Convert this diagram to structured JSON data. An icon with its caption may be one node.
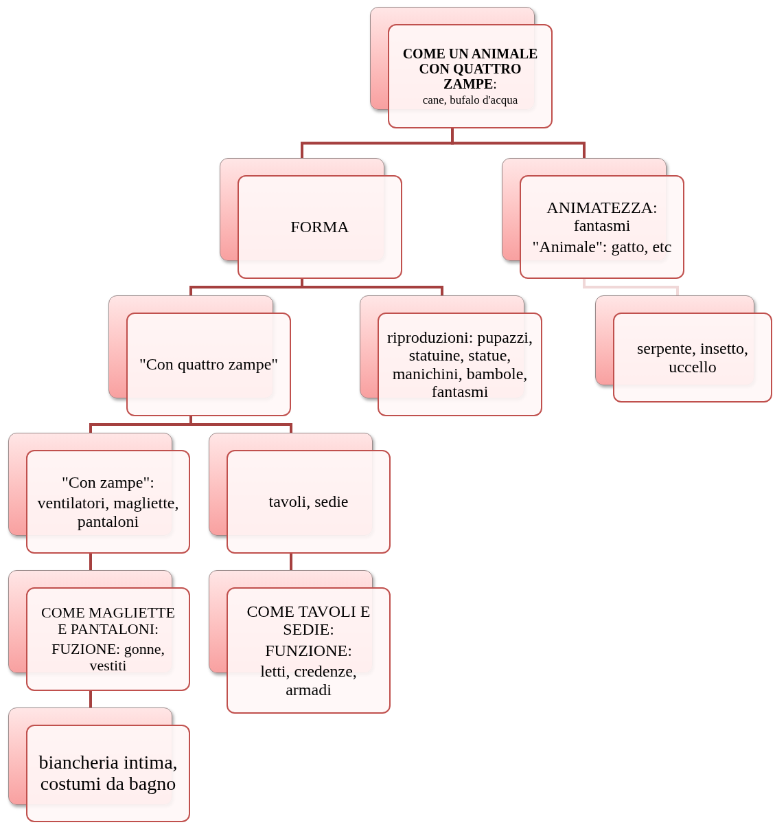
{
  "diagram": {
    "nodes": [
      {
        "text": [
          "**COME UN ANIMALE CON QUATTRO ZAMPE**:",
          "cane, bufalo d'acqua"
        ]
      },
      {
        "text": [
          "FORMA"
        ]
      },
      {
        "text": [
          "ANIMATEZZA: fantasmi",
          "\"Animale\": gatto, etc"
        ]
      },
      {
        "text": [
          "\"Con quattro zampe\""
        ]
      },
      {
        "text": [
          "riproduzioni: pupazzi, statuine, statue, manichini, bambole, fantasmi"
        ]
      },
      {
        "text": [
          "serpente, insetto, uccello"
        ]
      },
      {
        "text": [
          "\"Con zampe\":",
          "ventilatori, magliette, pantaloni"
        ]
      },
      {
        "text": [
          "tavoli, sedie"
        ]
      },
      {
        "text": [
          "COME MAGLIETTE  E PANTALONI:",
          "FUZIONE: gonne, vestiti"
        ]
      },
      {
        "text": [
          "COME TAVOLI E SEDIE:",
          "FUNZIONE:",
          "letti, credenze, armadi"
        ]
      },
      {
        "text": [
          "biancheria intima, costumi da bagno"
        ]
      }
    ],
    "edges": [
      {
        "from": 0,
        "to": 1,
        "arrow": "none"
      },
      {
        "from": 0,
        "to": 2,
        "arrow": "none"
      },
      {
        "from": 1,
        "to": 3,
        "arrow": "none"
      },
      {
        "from": 1,
        "to": 4,
        "arrow": "none"
      },
      {
        "from": 2,
        "to": 5,
        "arrow": "none",
        "color": "#f0d8d8"
      },
      {
        "from": 3,
        "to": 6,
        "arrow": "none"
      },
      {
        "from": 3,
        "to": 7,
        "arrow": "none"
      },
      {
        "from": 6,
        "to": 8,
        "arrow": "none"
      },
      {
        "from": 7,
        "to": 9,
        "arrow": "none"
      },
      {
        "from": 8,
        "to": 10,
        "arrow": "none"
      }
    ]
  }
}
